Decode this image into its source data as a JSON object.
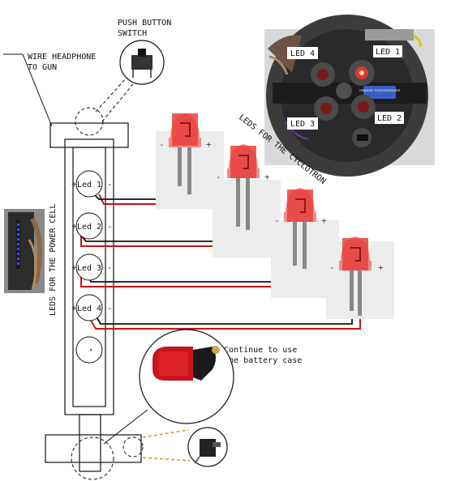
{
  "labels": {
    "push_button_line1": "PUSH BUTTON",
    "push_button_line2": "SWITCH",
    "wire_line1": "WIRE HEADPHONE",
    "wire_line2": "TO GUN",
    "power_cell_leds": "LEDS FOR THE POWER CELL",
    "cyclotron_leds": "LEDS FOR THE CYCLOTRON",
    "continue_line1": "Continue to use",
    "continue_line2": "the battery case"
  },
  "power_leds": [
    "Led 1",
    "Led 2",
    "Led 3",
    "Led 4"
  ],
  "photo_leds": [
    "LED 4",
    "LED 1",
    "LED 3",
    "LED 2"
  ],
  "photo_sticker": "ORANGE SYNCHRONIZER",
  "polarity": {
    "minus": "-",
    "plus": "+"
  },
  "colors": {
    "wire_black": "#111111",
    "wire_red": "#cc1111",
    "led_red": "#e8413c",
    "led_pink": "#f08a86",
    "accent_orange": "#d98a1e",
    "power_cell_blue": "#3a4bff"
  }
}
